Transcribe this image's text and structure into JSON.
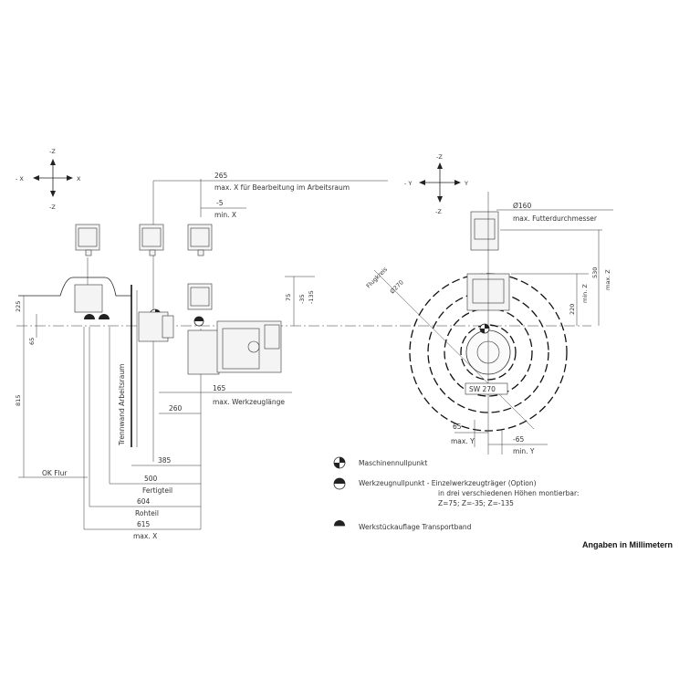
{
  "axes": {
    "left": {
      "up": "-Z",
      "down": "-Z",
      "left": "- X",
      "right": "X"
    },
    "right": {
      "up": "-Z",
      "down": "-Z",
      "left": "- Y",
      "right": "Y"
    }
  },
  "dims": {
    "d265": "265",
    "max_x_bearb": "max. X für Bearbeitung im Arbeitsraum",
    "dm5": "-5",
    "min_x": "min. X",
    "d75": "75",
    "dm35": "-35",
    "dm135": "-135",
    "d225": "225",
    "d65": "65",
    "d815": "815",
    "d165": "165",
    "max_wz": "max. Werkzeuglänge",
    "d260": "260",
    "trennwand": "Trennwand Arbeitsraum",
    "d385": "385",
    "ok_flur": "OK Flur",
    "d500": "500",
    "fertigteil": "Fertigteil",
    "d604": "604",
    "rohteil": "Rohteil",
    "d615": "615",
    "max_x": "max. X",
    "d160": "Ø160",
    "max_futter": "max. Futterdurchmesser",
    "d530": "530",
    "max_z": "max. Z",
    "min_z": "min. Z",
    "d220": "220",
    "d270": "Ø270",
    "flugkreis": "Flugkreis",
    "sw": "SW  270",
    "d65b": "65",
    "max_y": "max. Y",
    "dm65": "-65",
    "min_y": "min. Y"
  },
  "legend": [
    {
      "icon": "maschinennullpunkt",
      "text": "Maschinennullpunkt"
    },
    {
      "icon": "werkzeugnullpunkt",
      "text": "Werkzeugnullpunkt - Einzelwerkzeugträger (Option)",
      "line2": "in drei verschiedenen Höhen montierbar:",
      "line3": "Z=75;  Z=-35;  Z=-135"
    },
    {
      "icon": "werkstueckauflage",
      "text": "Werkstückauflage Transportband"
    }
  ],
  "footnote": "Angaben in Millimetern"
}
